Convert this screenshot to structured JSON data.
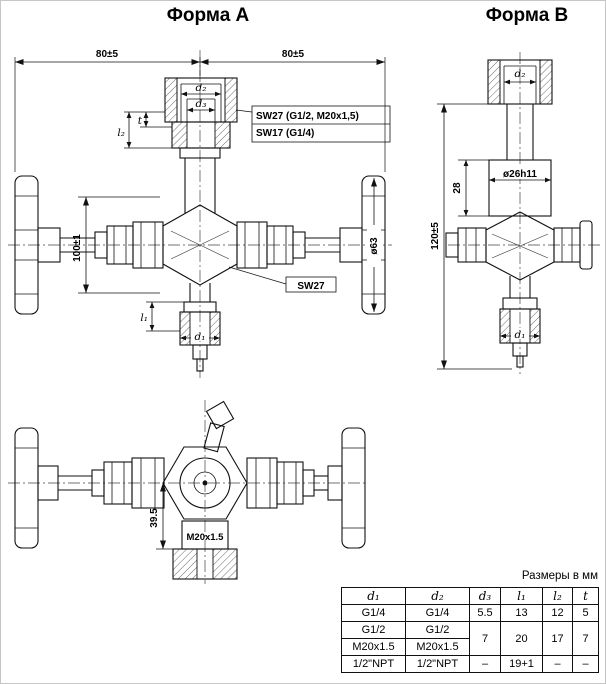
{
  "titles": {
    "form_a": "Форма A",
    "form_b": "Форма B"
  },
  "form_a": {
    "dim_width_left": "80±5",
    "dim_width_right": "80±5",
    "label_d2": "d₂",
    "label_d3": "d₃",
    "label_t": "t",
    "label_l2": "l₂",
    "callout_sw27_full": "SW27 (G1/2, M20x1,5)",
    "callout_sw17": "SW17 (G1/4)",
    "dim_height": "100±1",
    "dim_handwheel_dia": "ø63",
    "callout_sw27_body": "SW27",
    "label_l1": "l₁",
    "label_d1": "d₁"
  },
  "form_b": {
    "label_d2": "d₂",
    "dim_spigot_dia": "ø26h11",
    "dim_spigot_len": "28",
    "dim_height": "120±5",
    "label_d1": "d₁"
  },
  "bottom_view": {
    "dim_offset": "39.5",
    "label_thread": "M20x1.5"
  },
  "table": {
    "caption": "Размеры в мм",
    "headers": [
      "d₁",
      "d₂",
      "d₃",
      "l₁",
      "l₂",
      "t"
    ],
    "row1": [
      "G1/4",
      "G1/4",
      "5.5",
      "13",
      "12",
      "5"
    ],
    "row2": [
      "G1/2",
      "G1/2",
      "7",
      "20",
      "17",
      "7"
    ],
    "row3": [
      "M20x1.5",
      "M20x1.5"
    ],
    "row4": [
      "1/2\"NPT",
      "1/2\"NPT",
      "–",
      "19+1",
      "–",
      "–"
    ]
  }
}
